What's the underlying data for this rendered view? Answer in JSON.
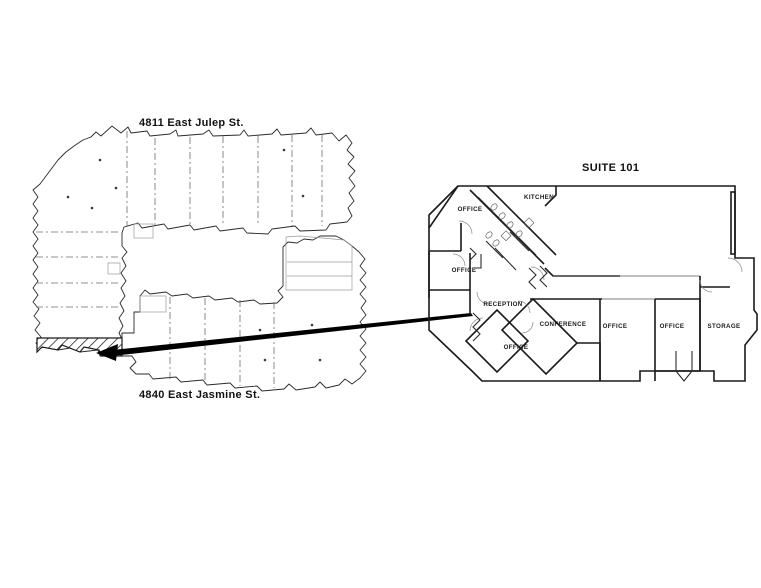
{
  "sheet": {
    "background_color": "#ffffff",
    "ink_color": "#1a1a1a"
  },
  "site_plan": {
    "name": "building-site-plan",
    "top_street_label": "4811 East Julep St.",
    "bottom_street_label": "4840 East Jasmine St.",
    "highlight": {
      "name": "highlighted-suite-area",
      "style": "diagonal-hatch",
      "description": "hatched suite footprint"
    },
    "pointer": {
      "name": "suite-callout-pointer",
      "direction": "left",
      "style": "tapered-wedge-with-arrowhead"
    }
  },
  "suite_plan": {
    "title": "SUITE 101",
    "rooms": [
      {
        "id": "office-nw",
        "label": "OFFICE"
      },
      {
        "id": "kitchen",
        "label": "KITCHEN"
      },
      {
        "id": "office-w",
        "label": "OFFICE"
      },
      {
        "id": "reception",
        "label": "RECEPTION"
      },
      {
        "id": "office-sw",
        "label": "OFFICE"
      },
      {
        "id": "conference",
        "label": "CONFERENCE"
      },
      {
        "id": "office-center",
        "label": "OFFICE"
      },
      {
        "id": "office-east",
        "label": "OFFICE"
      },
      {
        "id": "storage",
        "label": "STORAGE"
      }
    ]
  }
}
